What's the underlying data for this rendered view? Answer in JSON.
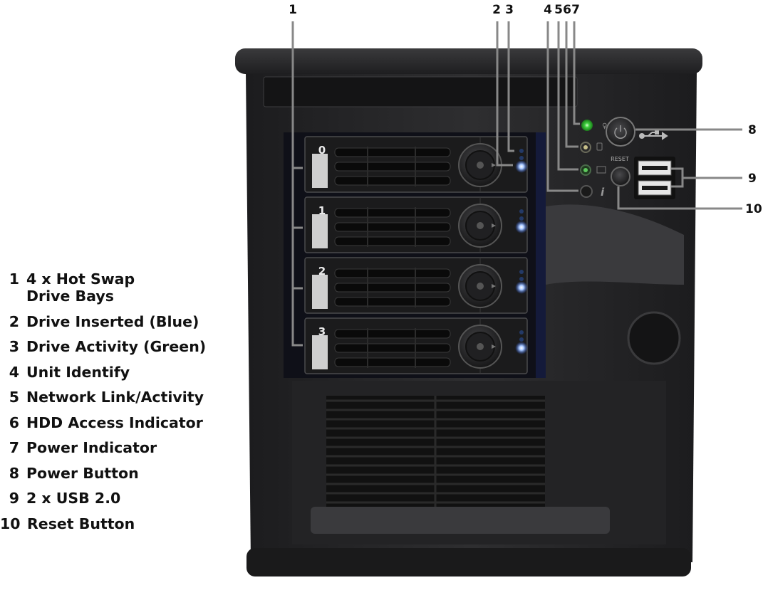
{
  "callouts": {
    "c1": "1",
    "c2": "2",
    "c3": "3",
    "c4": "4",
    "c5": "5",
    "c6": "6",
    "c7": "7",
    "c8": "8",
    "c9": "9",
    "c10": "10"
  },
  "bays": [
    "0",
    "1",
    "2",
    "3"
  ],
  "panel": {
    "reset_label": "RESET",
    "info_glyph": "i"
  },
  "legend": [
    {
      "num": "1",
      "label": "4 x Hot Swap\nDrive Bays"
    },
    {
      "num": "2",
      "label": "Drive Inserted (Blue)"
    },
    {
      "num": "3",
      "label": "Drive Activity (Green)"
    },
    {
      "num": "4",
      "label": "Unit Identify"
    },
    {
      "num": "5",
      "label": "Network Link/Activity"
    },
    {
      "num": "6",
      "label": "HDD Access Indicator"
    },
    {
      "num": "7",
      "label": "Power Indicator"
    },
    {
      "num": "8",
      "label": "Power Button"
    },
    {
      "num": "9",
      "label": "2 x USB 2.0"
    },
    {
      "num": "10",
      "label": "Reset Button"
    }
  ],
  "colors": {
    "chassis": "#2b2b2d",
    "power_led": "#3ecf3e",
    "drive_led": "#5aa0ff",
    "leader_line": "#888888"
  }
}
